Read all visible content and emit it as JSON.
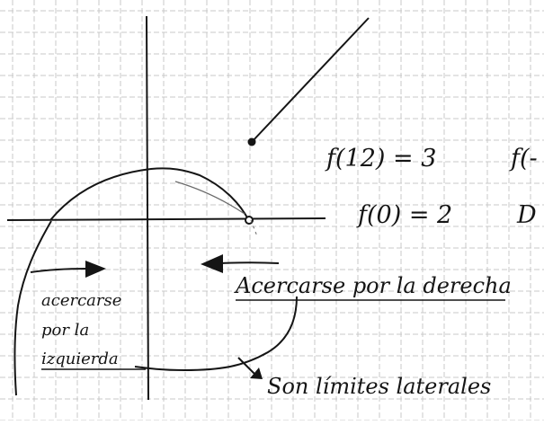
{
  "annotations": {
    "f12": "f(12) = 3",
    "f0": "f(0) = 2",
    "cut_f": "f(-",
    "cut_d": "D",
    "right_approach": "Acercarse por la derecha",
    "left_approach_1": "acercarse",
    "left_approach_2": "por la",
    "left_approach_3": "izquierda",
    "lateral_limits": "Son límites laterales"
  },
  "colors": {
    "paper": "#ffffff",
    "grid": "#c9c9c9",
    "ink": "#151515"
  },
  "icons": [
    "arrow-right-icon",
    "arrow-left-icon",
    "arrow-down-right-icon"
  ]
}
